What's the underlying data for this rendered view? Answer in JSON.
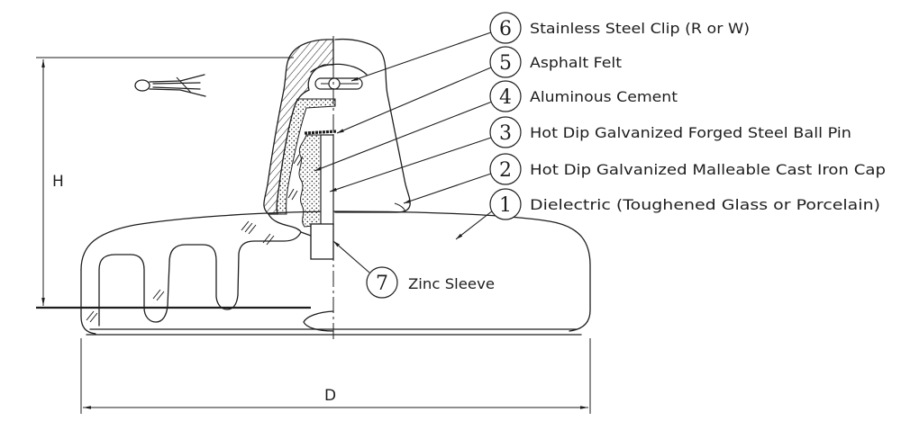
{
  "callouts": [
    {
      "number": "6",
      "label": "Stainless Steel Clip (R or W)"
    },
    {
      "number": "5",
      "label": "Asphalt Felt"
    },
    {
      "number": "4",
      "label": "Aluminous Cement"
    },
    {
      "number": "3",
      "label": "Hot Dip Galvanized Forged Steel Ball Pin"
    },
    {
      "number": "2",
      "label": "Hot Dip Galvanized Malleable Cast Iron Cap"
    },
    {
      "number": "1",
      "label": "Dielectric (Toughened Glass or Porcelain)"
    },
    {
      "number": "7",
      "label": "Zinc Sleeve"
    }
  ],
  "dimensions": {
    "height_label": "H",
    "diameter_label": "D"
  }
}
